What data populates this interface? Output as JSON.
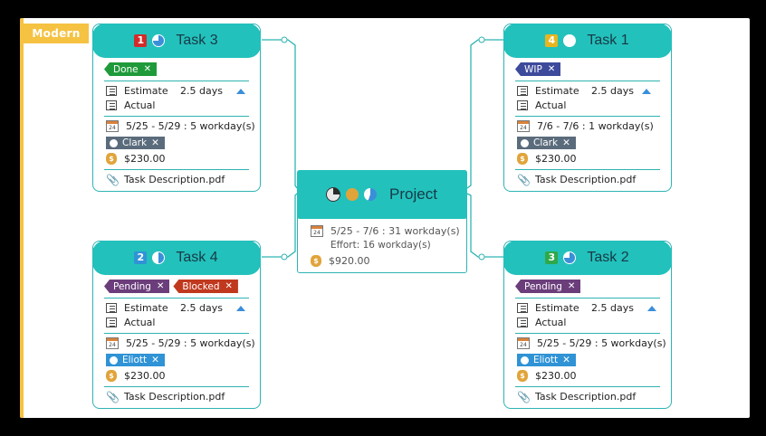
{
  "theme_badge": "Modern",
  "project": {
    "title": "Project",
    "date_range": "5/25 - 7/6 : 31 workday(s)",
    "effort": "Effort: 16 workday(s)",
    "cost": "$920.00"
  },
  "tasks": {
    "task3": {
      "number": "1",
      "title": "Task 3",
      "tags": [
        {
          "label": "Done",
          "color": "#1f9a3a"
        }
      ],
      "estimate_label": "Estimate",
      "estimate_value": "2.5 days",
      "actual_label": "Actual",
      "date_range": "5/25 - 5/29 : 5 workday(s)",
      "resource": "Clark",
      "resource_color": "#5a6b7c",
      "cost": "$230.00",
      "attachment": "Task Description.pdf",
      "show_triangle": true
    },
    "task1": {
      "number": "4",
      "title": "Task 1",
      "tags": [
        {
          "label": "WIP",
          "color": "#3d4a9c"
        }
      ],
      "estimate_label": "Estimate",
      "estimate_value": "2.5 days",
      "actual_label": "Actual",
      "date_range": "7/6 - 7/6 : 1 workday(s)",
      "resource": "Clark",
      "resource_color": "#5a6b7c",
      "cost": "$230.00",
      "attachment": "Task Description.pdf",
      "show_triangle": true
    },
    "task4": {
      "number": "2",
      "title": "Task 4",
      "tags": [
        {
          "label": "Pending",
          "color": "#6b3e7b"
        },
        {
          "label": "Blocked",
          "color": "#c0391e"
        }
      ],
      "estimate_label": "Estimate",
      "estimate_value": "2.5 days",
      "actual_label": "Actual",
      "date_range": "5/25 - 5/29 : 5 workday(s)",
      "resource": "Eliott",
      "resource_color": "#2f93d6",
      "cost": "$230.00",
      "attachment": "Task Description.pdf",
      "show_triangle": true
    },
    "task2": {
      "number": "3",
      "title": "Task 2",
      "tags": [
        {
          "label": "Pending",
          "color": "#6b3e7b"
        }
      ],
      "estimate_label": "Estimate",
      "estimate_value": "2.5 days",
      "actual_label": "Actual",
      "date_range": "5/25 - 5/29 : 5 workday(s)",
      "resource": "Eliott",
      "resource_color": "#2f93d6",
      "cost": "$230.00",
      "attachment": "Task Description.pdf",
      "show_triangle": true
    }
  },
  "icons": {
    "calendar_day": "24",
    "money": "$",
    "close": "✕",
    "attachment": "📎"
  },
  "colors": {
    "accent": "#23c1bc",
    "border": "#2fb3b3",
    "theme": "#f5c242"
  }
}
